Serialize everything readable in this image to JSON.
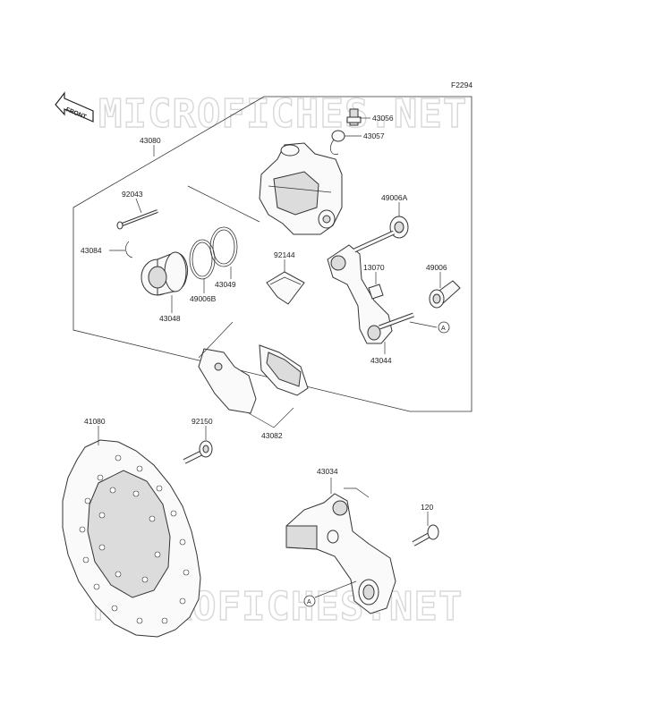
{
  "diagram": {
    "code": "F2294",
    "front_label": "FRONT",
    "watermark": "MICROFICHES.NET",
    "ref_marker": "A",
    "labels": {
      "p43056": "43056",
      "p43057": "43057",
      "p43080": "43080",
      "p92043": "92043",
      "p43084": "43084",
      "p49006A": "49006A",
      "p92144": "92144",
      "p13070": "13070",
      "p49006": "49006",
      "p43049": "43049",
      "p49006B": "49006B",
      "p43048": "43048",
      "p43044": "43044",
      "p41080": "41080",
      "p92150": "92150",
      "p43082": "43082",
      "p43034": "43034",
      "p120": "120"
    }
  }
}
